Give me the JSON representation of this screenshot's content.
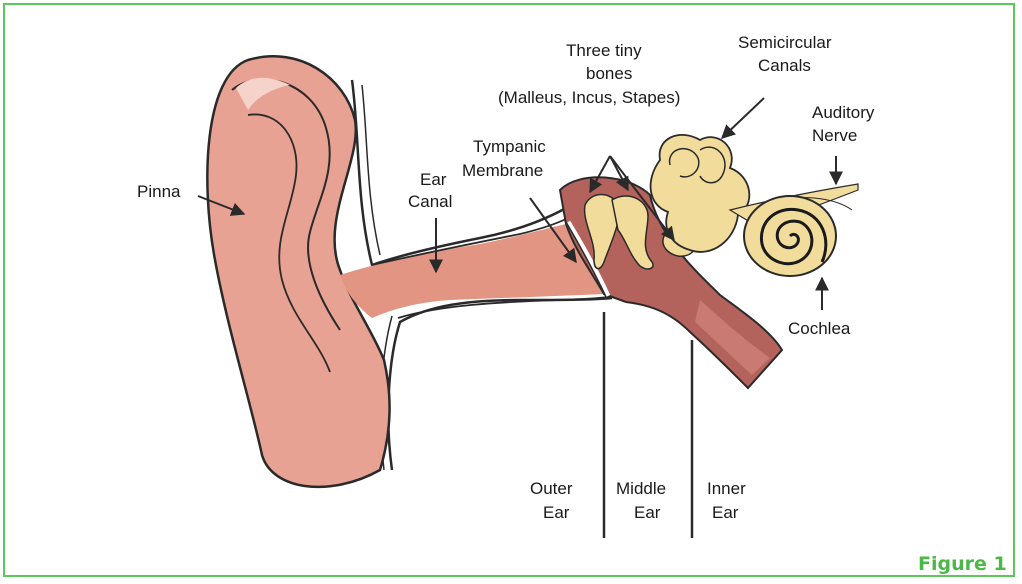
{
  "colors": {
    "frame": "#5cc85a",
    "figure_label": "#4cb848",
    "skin": "#e8a293",
    "skin_dark": "#d98576",
    "canal": "#e29582",
    "middle_ear": "#b4625c",
    "bone": "#f1dc9c",
    "outline": "#2a2a2a"
  },
  "labels": {
    "pinna": "Pinna",
    "ear_canal_1": "Ear",
    "ear_canal_2": "Canal",
    "tympanic_1": "Tympanic",
    "tympanic_2": "Membrane",
    "bones_1": "Three tiny",
    "bones_2": "bones",
    "bones_3": "(Malleus, Incus, Stapes)",
    "semicircular_1": "Semicircular",
    "semicircular_2": "Canals",
    "auditory_1": "Auditory",
    "auditory_2": "Nerve",
    "cochlea": "Cochlea",
    "outer_1": "Outer",
    "outer_2": "Ear",
    "middle_1": "Middle",
    "middle_2": "Ear",
    "inner_1": "Inner",
    "inner_2": "Ear",
    "figure": "Figure 1"
  }
}
